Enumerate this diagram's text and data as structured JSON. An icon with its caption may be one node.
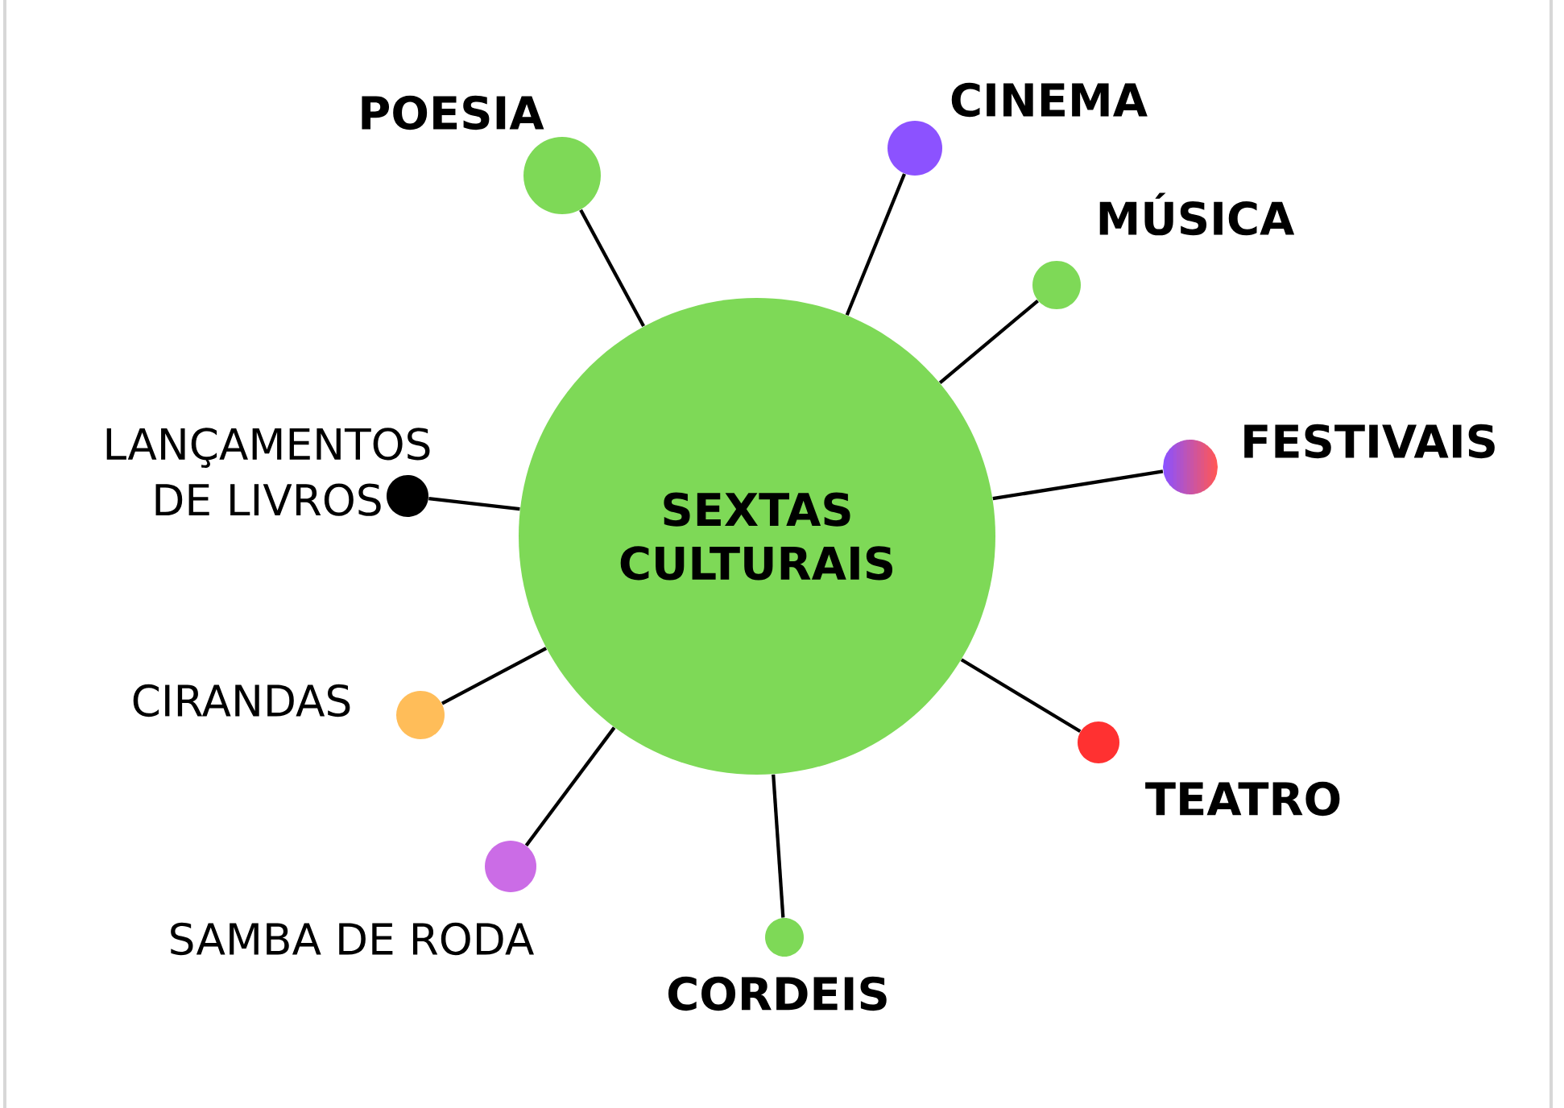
{
  "diagram": {
    "nodes": [
      {
        "text": [
          "SEXTAS CULTURAIS"
        ]
      },
      {
        "text": [],
        "shape": "circle",
        "beside": [
          "POESIA"
        ]
      },
      {
        "text": [],
        "shape": "circle",
        "beside": [
          "CINEMA"
        ]
      },
      {
        "text": [],
        "shape": "circle",
        "beside": [
          "MÚSICA"
        ]
      },
      {
        "text": [],
        "shape": "circle",
        "beside": [
          "FESTIVAIS"
        ]
      },
      {
        "text": [],
        "shape": "circle",
        "beside": [
          "LANÇAMENTOS DE LIVROS"
        ]
      },
      {
        "text": [],
        "shape": "circle",
        "beside": [
          "CIRANDAS"
        ]
      },
      {
        "text": [],
        "shape": "circle",
        "beside": [
          "TEATRO"
        ]
      },
      {
        "text": [],
        "shape": "circle",
        "beside": [
          "SAMBA DE RODA"
        ]
      },
      {
        "text": [],
        "shape": "circle",
        "beside": [
          "CORDEIS"
        ]
      }
    ],
    "edges": [
      {
        "from": 0,
        "to": 1,
        "arrow": "none"
      },
      {
        "from": 0,
        "to": 2,
        "arrow": "none"
      },
      {
        "from": 0,
        "to": 3,
        "arrow": "none"
      },
      {
        "from": 0,
        "to": 4,
        "arrow": "none"
      },
      {
        "from": 0,
        "to": 5,
        "arrow": "none"
      },
      {
        "from": 0,
        "to": 6,
        "arrow": "none"
      },
      {
        "from": 0,
        "to": 7,
        "arrow": "none"
      },
      {
        "from": 0,
        "to": 8,
        "arrow": "none"
      },
      {
        "from": 0,
        "to": 9,
        "arrow": "none"
      }
    ]
  }
}
